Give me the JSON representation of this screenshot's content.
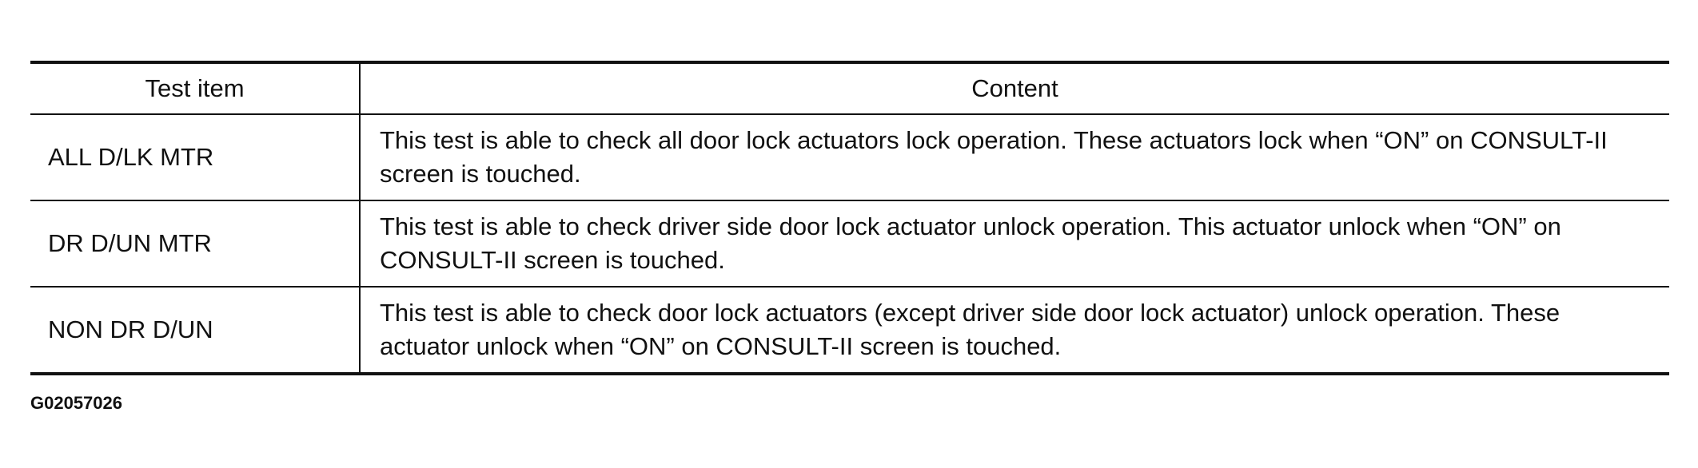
{
  "table": {
    "headers": {
      "test_item": "Test item",
      "content": "Content"
    },
    "rows": [
      {
        "item": "ALL D/LK MTR",
        "content": "This test is able to check all door lock actuators lock operation. These actuators lock when “ON” on CONSULT-II screen is touched."
      },
      {
        "item": "DR D/UN MTR",
        "content": "This test is able to check driver side door lock actuator unlock operation. This actuator unlock when “ON” on CONSULT-II screen is touched."
      },
      {
        "item": "NON DR D/UN",
        "content": "This test is able to check door lock actuators (except driver side door lock actuator) unlock operation. These actuator unlock when “ON” on CONSULT-II screen is touched."
      }
    ]
  },
  "figure_id": "G02057026"
}
